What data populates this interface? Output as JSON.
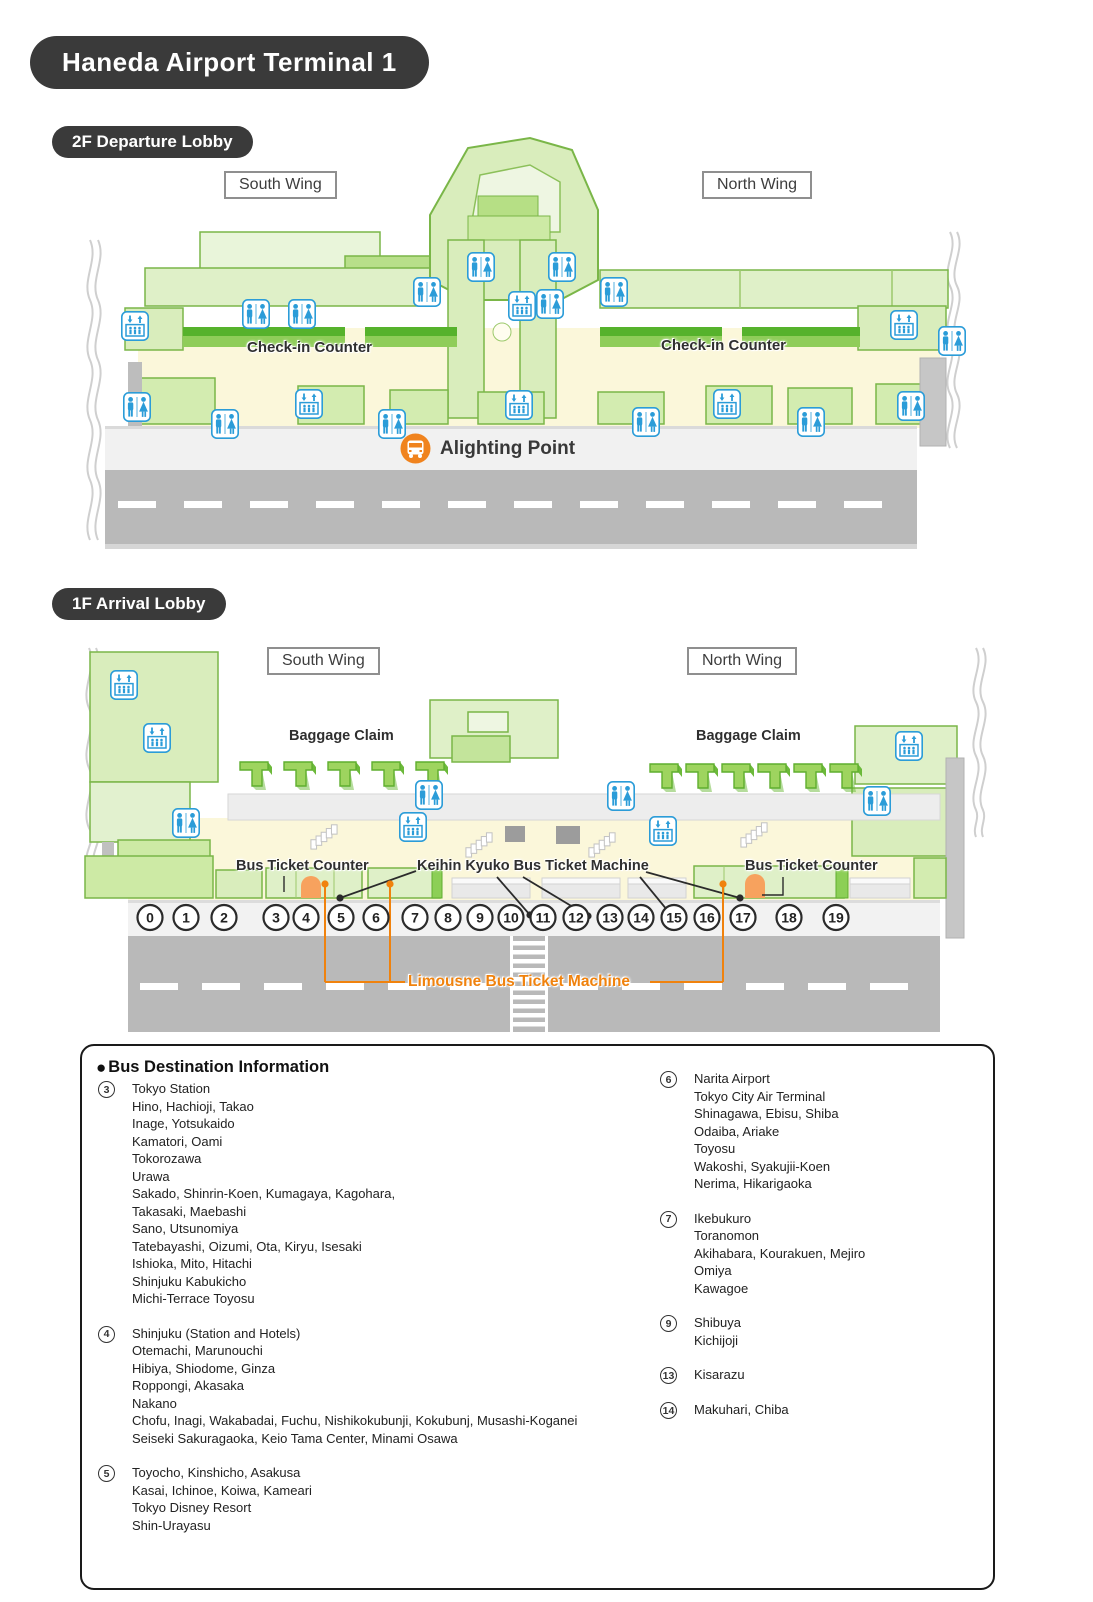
{
  "page": {
    "title": "Haneda Airport Terminal 1"
  },
  "colors": {
    "badge_dark": "#3A3A3A",
    "icon_blue": "#2B9CD8",
    "accent_orange": "#F0820D",
    "bus_circle_orange": "#F0831E",
    "building_green_light": "#DFF0C8",
    "counter_green_dark": "#56B22C",
    "floor_yellow": "#FBF7DA",
    "road_gray": "#B9B9B9"
  },
  "icons": {
    "toilet": "restroom-pictogram",
    "elevator": "elevator-pictogram",
    "stairs": "stairs-pictogram",
    "bus": "bus-pictogram"
  },
  "departure": {
    "badge": "2F Departure Lobby",
    "south_wing": "South Wing",
    "north_wing": "North Wing",
    "checkin_left": "Check-in Counter",
    "checkin_right": "Check-in Counter",
    "alighting": "Alighting Point"
  },
  "arrival": {
    "badge": "1F Arrival Lobby",
    "south_wing": "South Wing",
    "north_wing": "North Wing",
    "baggage_left": "Baggage Claim",
    "baggage_right": "Baggage Claim",
    "bus_ticket_counter_left": "Bus Ticket Counter",
    "bus_ticket_counter_right": "Bus Ticket Counter",
    "keihin_label": "Keihin Kyuko Bus Ticket Machine",
    "limousine_label": "Limousne Bus Ticket Machine",
    "stops": [
      "0",
      "1",
      "2",
      "3",
      "4",
      "5",
      "6",
      "7",
      "8",
      "9",
      "10",
      "11",
      "12",
      "13",
      "14",
      "15",
      "16",
      "17",
      "18",
      "19"
    ]
  },
  "destinations": {
    "title": "Bus Destination Information",
    "columns": [
      {
        "groups": [
          {
            "num": "3",
            "lines": [
              "Tokyo Station",
              "Hino, Hachioji, Takao",
              "Inage, Yotsukaido",
              "Kamatori, Oami",
              "Tokorozawa",
              "Urawa",
              "Sakado, Shinrin-Koen, Kumagaya, Kagohara,",
              "Takasaki, Maebashi",
              "Sano, Utsunomiya",
              "Tatebayashi, Oizumi, Ota, Kiryu, Isesaki",
              "Ishioka, Mito, Hitachi",
              "Shinjuku Kabukicho",
              "Michi-Terrace Toyosu"
            ]
          },
          {
            "num": "4",
            "lines": [
              "Shinjuku (Station and Hotels)",
              "Otemachi, Marunouchi",
              "Hibiya, Shiodome, Ginza",
              "Roppongi, Akasaka",
              "Nakano",
              "Chofu, Inagi, Wakabadai, Fuchu, Nishikokubunji, Kokubunj, Musashi-Koganei",
              "Seiseki Sakuragaoka, Keio Tama Center, Minami Osawa"
            ]
          },
          {
            "num": "5",
            "lines": [
              "Toyocho, Kinshicho,  Asakusa",
              "Kasai, Ichinoe, Koiwa, Kameari",
              "Tokyo Disney Resort",
              "Shin-Urayasu"
            ]
          }
        ]
      },
      {
        "groups": [
          {
            "num": "6",
            "lines": [
              "Narita Airport",
              "Tokyo City Air Terminal",
              "Shinagawa, Ebisu, Shiba",
              "Odaiba, Ariake",
              "Toyosu",
              "Wakoshi, Syakujii-Koen",
              "Nerima, Hikarigaoka"
            ]
          },
          {
            "num": "7",
            "lines": [
              "Ikebukuro",
              "Toranomon",
              "Akihabara, Kourakuen, Mejiro",
              "Omiya",
              "Kawagoe"
            ]
          },
          {
            "num": "9",
            "lines": [
              "Shibuya",
              "Kichijoji"
            ]
          },
          {
            "num": "13",
            "lines": [
              "Kisarazu"
            ]
          },
          {
            "num": "14",
            "lines": [
              "Makuhari, Chiba"
            ]
          }
        ]
      }
    ]
  }
}
